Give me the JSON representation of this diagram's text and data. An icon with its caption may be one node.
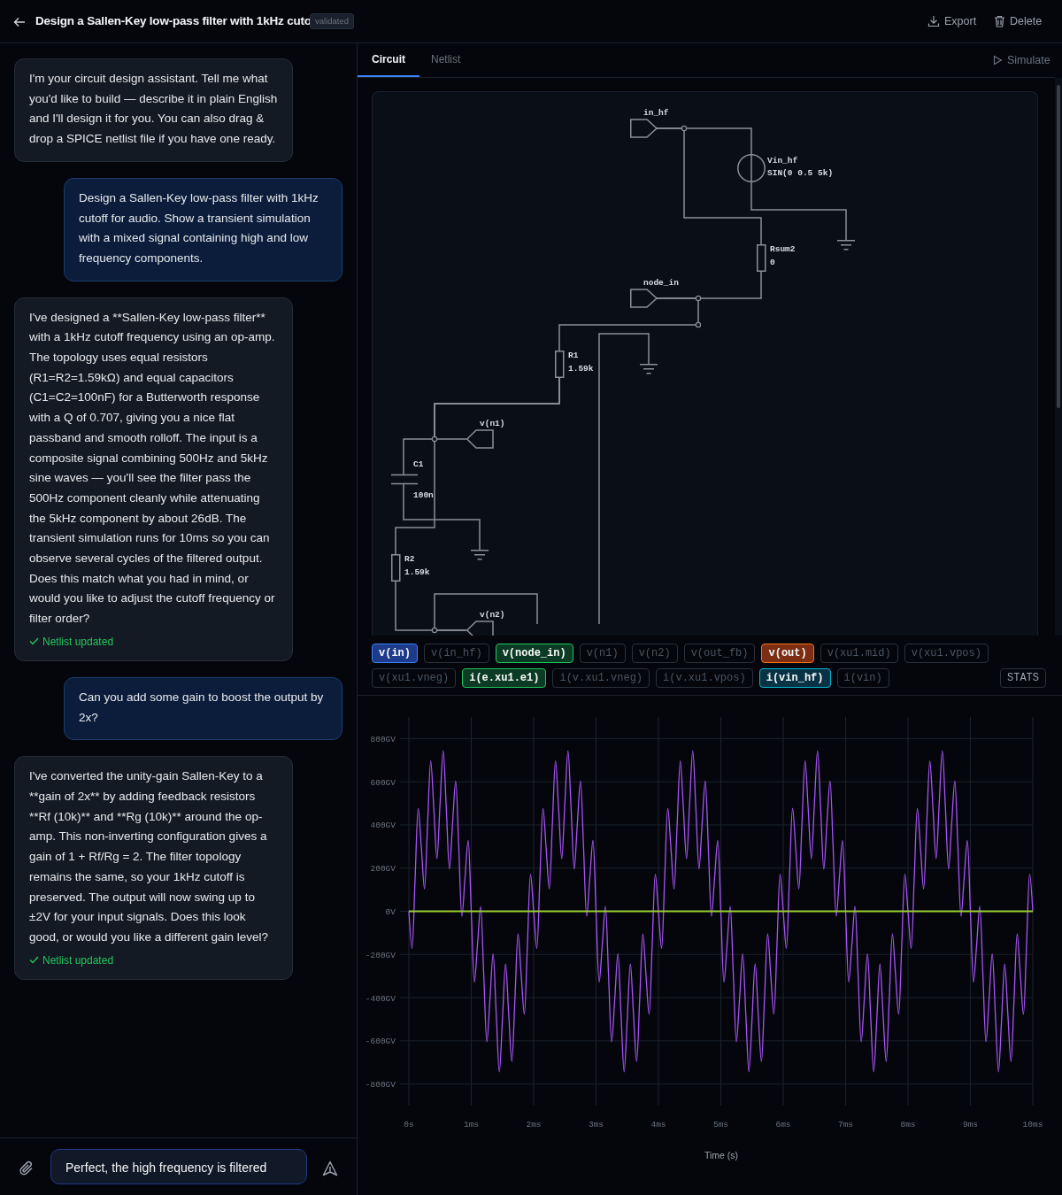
{
  "diagram": {
    "nodes": [
      {
        "text": [
          "I'm your circuit design assistant. Tell me what you'd like to build — describe it in plain English and I'll design it for you. You can also drag & drop a SPICE netlist file if you have one ready."
        ]
      },
      {
        "text": [
          "Design a Sallen-Key low-pass filter with 1kHz cutoff for audio. Show a transient simulation with a mixed signal containing high and low frequency components."
        ]
      },
      {
        "text": [
          "I've designed a **Sallen-Key low-pass filter** with a 1kHz cutoff frequency using an op-amp. The topology uses equal resistors (R1=R2=1.59kΩ) and equal capacitors (C1=C2=100nF) for a Butterworth response with a Q of 0.707, giving you a nice flat passband and smooth rolloff. The input is a composite signal combining 500Hz and 5kHz sine waves — you'll see the filter pass the 500Hz component cleanly while attenuating the 5kHz component by about 26dB. The transient simulation runs for 10ms so you can observe several cycles of the filtered output. Does this match what you had in mind, or would you like to adjust the cutoff frequency or filter order?",
          "Netlist updated"
        ]
      },
      {
        "text": [
          "Can you add some gain to boost the output by 2x?"
        ]
      },
      {
        "text": [
          "I've converted the unity-gain Sallen-Key to a **gain of 2x** by adding feedback resistors **Rf (10k)** and **Rg (10k)** around the op-amp. This non-inverting configuration gives a gain of 1 + Rf/Rg = 2. The filter topology remains the same, so your 1kHz cutoff is preserved. The output will now swing up to ±2V for your input signals. Does this look good, or would you like a different gain level?",
          "Netlist updated"
        ]
      },
      {
        "text": [
          "in_hf"
        ]
      },
      {
        "text": [
          "Vin_hf",
          "SIN(0 0.5 5k)"
        ]
      },
      {
        "text": [
          "Rsum2",
          "0"
        ]
      },
      {
        "text": [],
        "shape": "ground"
      },
      {
        "text": [
          "node_in"
        ]
      },
      {
        "text": [
          "R1",
          "1.59k"
        ]
      },
      {
        "text": [],
        "shape": "ground"
      },
      {
        "text": [
          "v(n1)"
        ]
      },
      {
        "text": [
          "C1",
          "100n"
        ]
      },
      {
        "text": [],
        "shape": "ground"
      },
      {
        "text": [
          "R2",
          "1.59k"
        ]
      },
      {
        "text": [
          "v(n2)"
        ]
      }
    ],
    "edges": [
      {
        "from": 5,
        "to": 6,
        "arrow": "none"
      },
      {
        "from": 5,
        "to": 7,
        "arrow": "none"
      },
      {
        "from": 6,
        "to": 8,
        "arrow": "none"
      },
      {
        "from": 7,
        "to": 9,
        "arrow": "none"
      },
      {
        "from": 9,
        "to": 10,
        "arrow": "none"
      },
      {
        "from": 10,
        "to": 12,
        "arrow": "none"
      },
      {
        "from": 10,
        "to": 13,
        "arrow": "none"
      },
      {
        "from": 10,
        "to": 15,
        "arrow": "none"
      },
      {
        "from": 13,
        "to": 14,
        "arrow": "none"
      },
      {
        "from": 15,
        "to": 16,
        "arrow": "none"
      },
      {
        "from": 16,
        "to": null,
        "arrow": "none"
      },
      {
        "from": 11,
        "to": null,
        "arrow": "none"
      }
    ],
    "labels": [
      "Design a Sallen-Key low-pass filter with 1kHz cuto",
      "validated",
      "Export",
      "Delete",
      "Circuit",
      "Netlist",
      "Simulate",
      "v(in)",
      "v(in_hf)",
      "v(node_in)",
      "v(n1)",
      "v(n2)",
      "v(out_fb)",
      "v(out)",
      "v(xu1.mid)",
      "v(xu1.vpos)",
      "v(xu1.vneg)",
      "i(e.xu1.e1)",
      "i(v.xu1.vneg)",
      "i(v.xu1.vpos)",
      "i(vin_hf)",
      "i(vin)",
      "STATS",
      "Perfect, the high frequency is filtered"
    ],
    "chart_data": {
      "type": "line",
      "xlabel": "Time (s)",
      "x": [
        0,
        0.05,
        0.1,
        0.15,
        0.2,
        0.25,
        0.3,
        0.35,
        0.4,
        0.45,
        0.5,
        0.55,
        0.6,
        0.65,
        0.7,
        0.75,
        0.8,
        0.85,
        0.9,
        0.95,
        1,
        1.05,
        1.1,
        1.15,
        1.2,
        1.25,
        1.3,
        1.35,
        1.4,
        1.45,
        1.5,
        1.55,
        1.6,
        1.65,
        1.7,
        1.75,
        1.8,
        1.85,
        1.9,
        1.95,
        2,
        2.05,
        2.1,
        2.15,
        2.2,
        2.25,
        2.3,
        2.35,
        2.4,
        2.45,
        2.5,
        2.55,
        2.6,
        2.65,
        2.7,
        2.75,
        2.8,
        2.85,
        2.9,
        2.95,
        3,
        3.05,
        3.1,
        3.15,
        3.2,
        3.25,
        3.3,
        3.35,
        3.4,
        3.45,
        3.5,
        3.55,
        3.6,
        3.65,
        3.7,
        3.75,
        3.8,
        3.85,
        3.9,
        3.95,
        4,
        4.05,
        4.1,
        4.15,
        4.2,
        4.25,
        4.3,
        4.35,
        4.4,
        4.45,
        4.5,
        4.55,
        4.6,
        4.65,
        4.7,
        4.75,
        4.8,
        4.85,
        4.9,
        4.95,
        5,
        5.05,
        5.1,
        5.15,
        5.2,
        5.25,
        5.3,
        5.35,
        5.4,
        5.45,
        5.5,
        5.55,
        5.6,
        5.65,
        5.7,
        5.75,
        5.8,
        5.85,
        5.9,
        5.95,
        6,
        6.05,
        6.1,
        6.15,
        6.2,
        6.25,
        6.3,
        6.35,
        6.4,
        6.45,
        6.5,
        6.55,
        6.6,
        6.65,
        6.7,
        6.75,
        6.8,
        6.85,
        6.9,
        6.95,
        7,
        7.05,
        7.1,
        7.15,
        7.2,
        7.25,
        7.3,
        7.35,
        7.4,
        7.45,
        7.5,
        7.55,
        7.6,
        7.65,
        7.7,
        7.75,
        7.8,
        7.85,
        7.9,
        7.95,
        8,
        8.05,
        8.1,
        8.15,
        8.2,
        8.25,
        8.3,
        8.35,
        8.4,
        8.45,
        8.5,
        8.55,
        8.6,
        8.65,
        8.7,
        8.75,
        8.8,
        8.85,
        8.9,
        8.95,
        9,
        9.05,
        9.1,
        9.15,
        9.2,
        9.25,
        9.3,
        9.35,
        9.4,
        9.45,
        9.5,
        9.55,
        9.6,
        9.65,
        9.7,
        9.75,
        9.8,
        9.85,
        9.9,
        9.95,
        10
      ],
      "series": [
        {
          "color": "#a855f7",
          "values": [
            0,
            -172,
            155,
            477,
            294,
            104,
            405,
            696,
            476,
            244,
            500,
            744,
            476,
            196,
            405,
            604,
            294,
            -23,
            155,
            328,
            0,
            -328,
            -155,
            23,
            -294,
            -604,
            -405,
            -196,
            -476,
            -744,
            -500,
            -244,
            -476,
            -696,
            -405,
            -104,
            -294,
            -477,
            -155,
            172,
            0,
            -172,
            155,
            477,
            294,
            104,
            405,
            696,
            476,
            244,
            500,
            744,
            476,
            196,
            405,
            604,
            294,
            -23,
            155,
            328,
            0,
            -328,
            -155,
            23,
            -294,
            -604,
            -405,
            -196,
            -476,
            -744,
            -500,
            -244,
            -476,
            -696,
            -405,
            -104,
            -294,
            -477,
            -155,
            172,
            0,
            -172,
            155,
            477,
            294,
            104,
            405,
            696,
            476,
            244,
            500,
            744,
            476,
            196,
            405,
            604,
            294,
            -23,
            155,
            328,
            0,
            -328,
            -155,
            23,
            -294,
            -604,
            -405,
            -196,
            -476,
            -744,
            -500,
            -244,
            -476,
            -696,
            -405,
            -104,
            -294,
            -477,
            -155,
            172,
            0,
            -172,
            155,
            477,
            294,
            104,
            405,
            696,
            476,
            244,
            500,
            744,
            476,
            196,
            405,
            604,
            294,
            -23,
            155,
            328,
            0,
            -328,
            -155,
            23,
            -294,
            -604,
            -405,
            -196,
            -476,
            -744,
            -500,
            -244,
            -476,
            -696,
            -405,
            -104,
            -294,
            -477,
            -155,
            172,
            0,
            -172,
            155,
            477,
            294,
            104,
            405,
            696,
            476,
            244,
            500,
            744,
            476,
            196,
            405,
            604,
            294,
            -23,
            155,
            328,
            0,
            -328,
            -155,
            23,
            -294,
            -604,
            -405,
            -196,
            -476,
            -744,
            -500,
            -244,
            -476,
            -696,
            -405,
            -104,
            -294,
            -477,
            -155,
            172,
            0
          ]
        },
        {
          "color": "#9acd32",
          "values": [
            0,
            0,
            0,
            0,
            0,
            0,
            0,
            0,
            0,
            0,
            0,
            0,
            0,
            0,
            0,
            0,
            0,
            0,
            0,
            0,
            0,
            0,
            0,
            0,
            0,
            0,
            0,
            0,
            0,
            0,
            0,
            0,
            0,
            0,
            0,
            0,
            0,
            0,
            0,
            0,
            0,
            0,
            0,
            0,
            0,
            0,
            0,
            0,
            0,
            0,
            0,
            0,
            0,
            0,
            0,
            0,
            0,
            0,
            0,
            0,
            0,
            0,
            0,
            0,
            0,
            0,
            0,
            0,
            0,
            0,
            0,
            0,
            0,
            0,
            0,
            0,
            0,
            0,
            0,
            0,
            0,
            0,
            0,
            0,
            0,
            0,
            0,
            0,
            0,
            0,
            0,
            0,
            0,
            0,
            0,
            0,
            0,
            0,
            0,
            0,
            0,
            0,
            0,
            0,
            0,
            0,
            0,
            0,
            0,
            0,
            0,
            0,
            0,
            0,
            0,
            0,
            0,
            0,
            0,
            0,
            0,
            0,
            0,
            0,
            0,
            0,
            0,
            0,
            0,
            0,
            0,
            0,
            0,
            0,
            0,
            0,
            0,
            0,
            0,
            0,
            0,
            0,
            0,
            0,
            0,
            0,
            0,
            0,
            0,
            0,
            0,
            0,
            0,
            0,
            0,
            0,
            0,
            0,
            0,
            0,
            0,
            0,
            0,
            0,
            0,
            0,
            0,
            0,
            0,
            0,
            0,
            0,
            0,
            0,
            0,
            0,
            0,
            0,
            0,
            0,
            0,
            0,
            0,
            0,
            0,
            0,
            0,
            0,
            0,
            0,
            0,
            0,
            0,
            0,
            0,
            0,
            0,
            0,
            0,
            0,
            0
          ]
        }
      ],
      "xlim": [
        0,
        10
      ],
      "ylim": [
        -900,
        900
      ],
      "grid": true,
      "xticks": [
        {
          "value": 0,
          "label": "0s"
        },
        {
          "value": 1,
          "label": "1ms"
        },
        {
          "value": 2,
          "label": "2ms"
        },
        {
          "value": 3,
          "label": "3ms"
        },
        {
          "value": 4,
          "label": "4ms"
        },
        {
          "value": 5,
          "label": "5ms"
        },
        {
          "value": 6,
          "label": "6ms"
        },
        {
          "value": 7,
          "label": "7ms"
        },
        {
          "value": 8,
          "label": "8ms"
        },
        {
          "value": 9,
          "label": "9ms"
        },
        {
          "value": 10,
          "label": "10ms"
        }
      ],
      "yticks": [
        {
          "value": 800,
          "label": "800GV"
        },
        {
          "value": 600,
          "label": "600GV"
        },
        {
          "value": 400,
          "label": "400GV"
        },
        {
          "value": 200,
          "label": "200GV"
        },
        {
          "value": 0,
          "label": "0V"
        },
        {
          "value": -200,
          "label": "-200GV"
        },
        {
          "value": -400,
          "label": "-400GV"
        },
        {
          "value": -600,
          "label": "-600GV"
        },
        {
          "value": -800,
          "label": "-800GV"
        }
      ]
    }
  }
}
